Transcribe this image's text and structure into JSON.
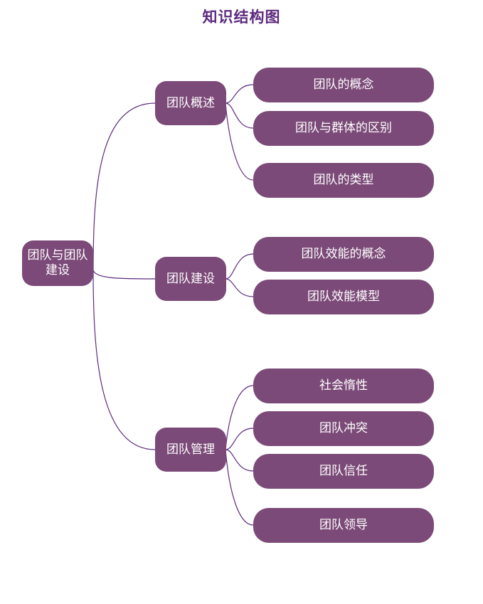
{
  "title": "知识结构图",
  "colors": {
    "node_fill": "#7b4a78",
    "connector": "#5c2a7f",
    "title": "#5c2a7f"
  },
  "root": {
    "label_line1": "团队与团队",
    "label_line2": "建设"
  },
  "branches": [
    {
      "label": "团队概述",
      "children": [
        "团队的概念",
        "团队与群体的区别",
        "团队的类型"
      ]
    },
    {
      "label": "团队建设",
      "children": [
        "团队效能的概念",
        "团队效能模型"
      ]
    },
    {
      "label": "团队管理",
      "children": [
        "社会惰性",
        "团队冲突",
        "团队信任",
        "团队领导"
      ]
    }
  ]
}
